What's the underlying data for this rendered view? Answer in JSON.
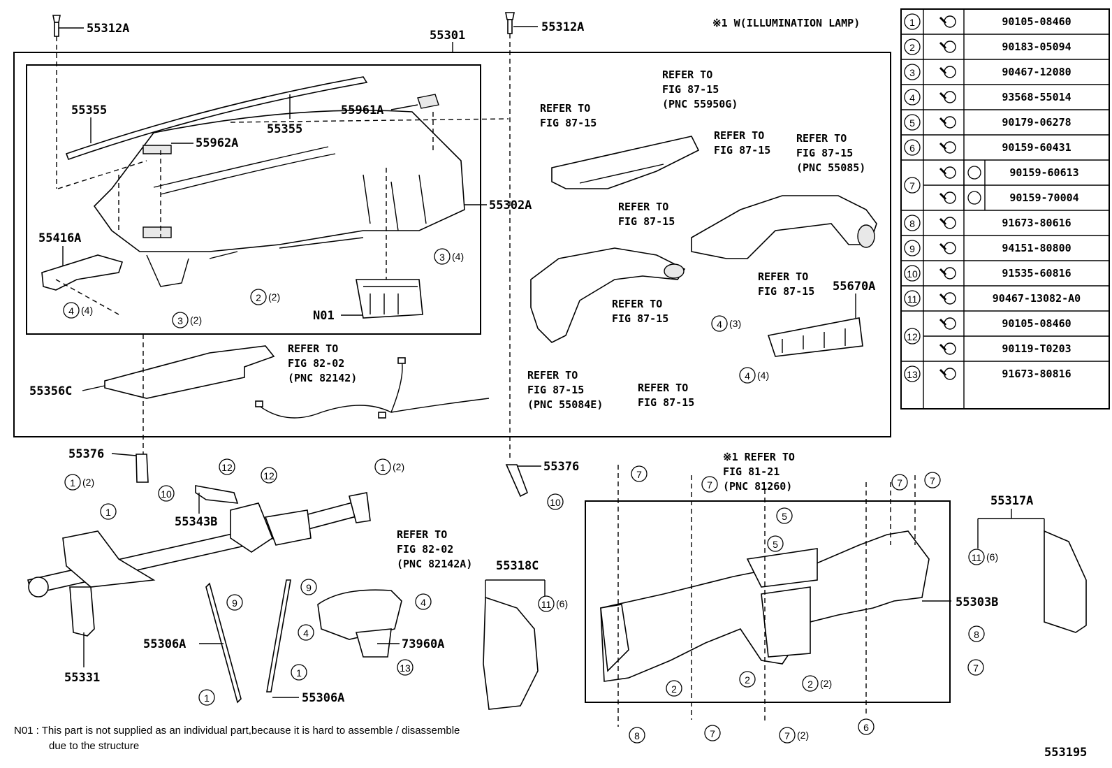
{
  "illum_note": "※1 W(ILLUMINATION LAMP)",
  "diagram_id": "553195",
  "footnote": {
    "line1": "N01 : This part is not supplied as an individual part,because it is hard to assemble / disassemble",
    "line2": "due to the structure"
  },
  "parts_table": [
    {
      "num": "1",
      "part": "90105-08460"
    },
    {
      "num": "2",
      "part": "90183-05094"
    },
    {
      "num": "3",
      "part": "90467-12080"
    },
    {
      "num": "4",
      "part": "93568-55014"
    },
    {
      "num": "5",
      "part": "90179-06278"
    },
    {
      "num": "6",
      "part": "90159-60431"
    },
    {
      "num": "7",
      "part_a": "90159-60613",
      "part_b": "90159-70004"
    },
    {
      "num": "8",
      "part": "91673-80616"
    },
    {
      "num": "9",
      "part": "94151-80800"
    },
    {
      "num": "10",
      "part": "91535-60816"
    },
    {
      "num": "11",
      "part": "90467-13082-A0"
    },
    {
      "num": "12",
      "part_a": "90105-08460",
      "part_b": "90119-T0203"
    },
    {
      "num": "13",
      "part": "91673-80816"
    }
  ],
  "labels": {
    "p55312a_left": "55312A",
    "p55312a_right": "55312A",
    "p55301": "55301",
    "p55355_a": "55355",
    "p55355_b": "55355",
    "p55961a": "55961A",
    "p55962a": "55962A",
    "p55302a": "55302A",
    "p55416a": "55416A",
    "pn01": "N01",
    "p55356c": "55356C",
    "p55670a": "55670A",
    "p55376_left": "55376",
    "p55376_right": "55376",
    "p55343b": "55343B",
    "p55306a_a": "55306A",
    "p55306a_b": "55306A",
    "p55331": "55331",
    "p73960a": "73960A",
    "p55318c": "55318C",
    "p55303b": "55303B",
    "p55317a": "55317A"
  },
  "refs": {
    "r1": {
      "l1": "REFER TO",
      "l2": "FIG 87-15",
      "l3": "(PNC 55950G)"
    },
    "r2": {
      "l1": "REFER TO",
      "l2": "FIG 87-15"
    },
    "r3": {
      "l1": "REFER TO",
      "l2": "FIG 87-15"
    },
    "r4": {
      "l1": "REFER TO",
      "l2": "FIG 87-15",
      "l3": "(PNC 55085)"
    },
    "r5": {
      "l1": "REFER TO",
      "l2": "FIG 87-15"
    },
    "r6": {
      "l1": "REFER TO",
      "l2": "FIG 87-15"
    },
    "r7": {
      "l1": "REFER TO",
      "l2": "FIG 87-15"
    },
    "r8": {
      "l1": "REFER TO",
      "l2": "FIG 87-15",
      "l3": "(PNC 55084E)"
    },
    "r9": {
      "l1": "REFER TO",
      "l2": "FIG 87-15"
    },
    "r10": {
      "l1": "REFER TO",
      "l2": "FIG 82-02",
      "l3": "(PNC 82142)"
    },
    "r11": {
      "l1": "REFER TO",
      "l2": "FIG 82-02",
      "l3": "(PNC 82142A)"
    },
    "r12": {
      "l1": "※1 REFER TO",
      "l2": "FIG 81-21",
      "l3": "(PNC 81260)"
    }
  },
  "qty": {
    "q2": "(2)",
    "q3": "(3)",
    "q4": "(4)",
    "q6": "(6)"
  }
}
